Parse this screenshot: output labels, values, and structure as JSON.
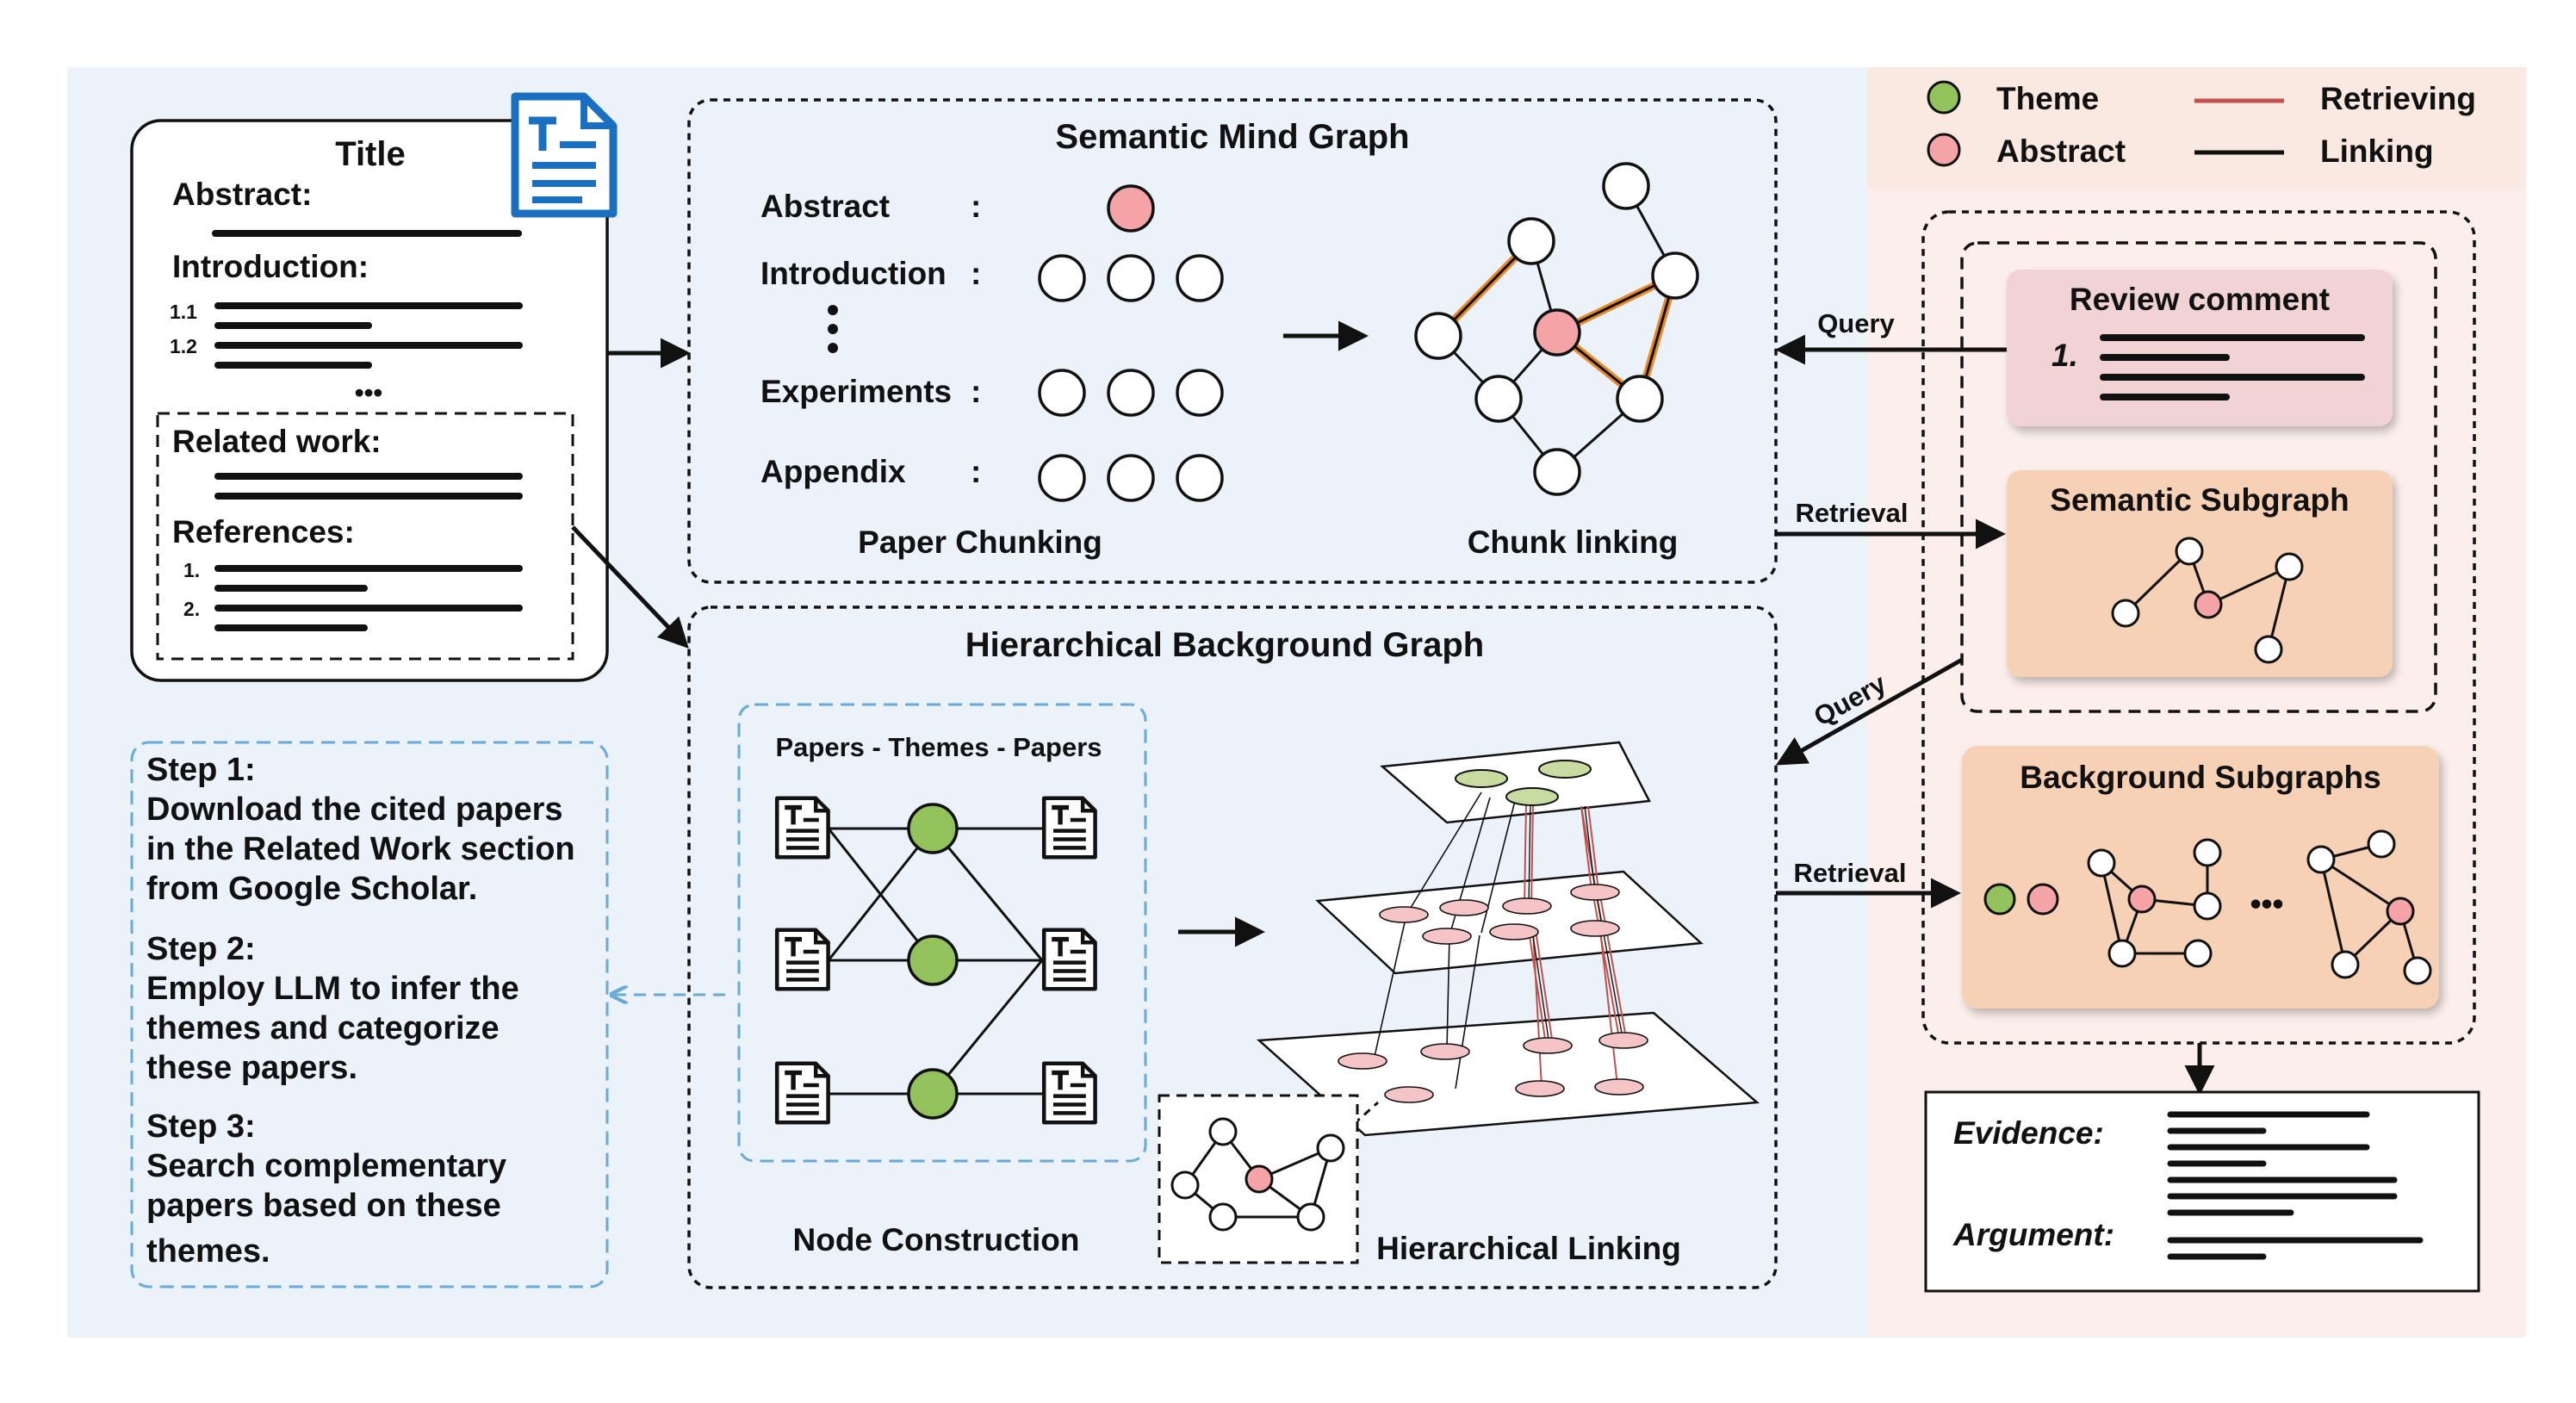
{
  "legend": {
    "theme": "Theme",
    "abstract": "Abstract",
    "retrieving": "Retrieving",
    "linking": "Linking"
  },
  "paper": {
    "title": "Title",
    "abstract": "Abstract:",
    "introduction": "Introduction:",
    "intro_items": [
      "1.1",
      "1.2"
    ],
    "ellipsis": "•••",
    "related_work": "Related work:",
    "references": "References:",
    "ref_items": [
      "1.",
      "2."
    ]
  },
  "semantic_mind_graph": {
    "title": "Semantic Mind Graph",
    "rows": [
      {
        "label": "Abstract",
        "colon": ":"
      },
      {
        "label": "Introduction",
        "colon": ":"
      },
      {
        "label": "Experiments",
        "colon": ":"
      },
      {
        "label": "Appendix",
        "colon": ":"
      }
    ],
    "paper_chunking": "Paper Chunking",
    "chunk_linking": "Chunk linking"
  },
  "hierarchical_background_graph": {
    "title": "Hierarchical Background Graph",
    "papers_themes_papers": "Papers - Themes - Papers",
    "node_construction": "Node Construction",
    "hierarchical_linking": "Hierarchical Linking"
  },
  "steps": [
    {
      "heading": "Step 1:",
      "lines": [
        "Download the cited papers",
        "in the Related Work section",
        "from Google Scholar."
      ]
    },
    {
      "heading": "Step 2:",
      "lines": [
        "Employ LLM to infer the",
        "themes and categorize",
        "these papers."
      ]
    },
    {
      "heading": "Step 3:",
      "lines": [
        "Search complementary",
        "papers based on these",
        "themes."
      ]
    }
  ],
  "right_panel": {
    "query_top": "Query",
    "retrieval_top": "Retrieval",
    "query_mid": "Query",
    "retrieval_bottom": "Retrieval",
    "review_comment": "Review comment",
    "review_number": "1.",
    "semantic_subgraph": "Semantic Subgraph",
    "background_subgraphs": "Background Subgraphs",
    "dots": "•••",
    "evidence": "Evidence:",
    "argument": "Argument:"
  },
  "colors": {
    "left_bg": "#ebf2fa",
    "right_bg": "#fcefeb",
    "theme_node": "#93c15b",
    "abstract_node": "#f4a4a6",
    "retrieving_line": "#c0504d",
    "doc_icon": "#1a6fc0",
    "review_box": "#f2d3d4",
    "subgraph_box": "#f7d1b5",
    "steps_border": "#6aaad6"
  }
}
